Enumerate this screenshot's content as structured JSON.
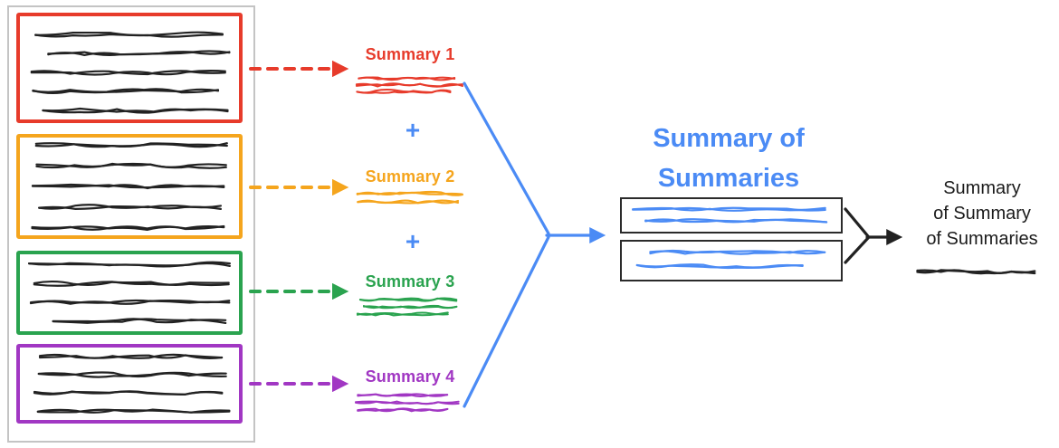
{
  "colors": {
    "red": "#e73b2b",
    "yellow": "#f5a51d",
    "green": "#2aa34f",
    "purple": "#a137c3",
    "blue": "#4b8bf5",
    "ink": "#222222",
    "container_border": "#c4c4c4",
    "box_border": "#2b2b2b"
  },
  "plus_sign": "+",
  "summaries": [
    {
      "label": "Summary 1",
      "color": "red"
    },
    {
      "label": "Summary 2",
      "color": "yellow"
    },
    {
      "label": "Summary 3",
      "color": "green"
    },
    {
      "label": "Summary 4",
      "color": "purple"
    }
  ],
  "summary_of_summaries": {
    "line1": "Summary of",
    "line2": "Summaries"
  },
  "final_summary": {
    "line1": "Summary",
    "line2": "of Summary",
    "line3": "of Summaries"
  }
}
